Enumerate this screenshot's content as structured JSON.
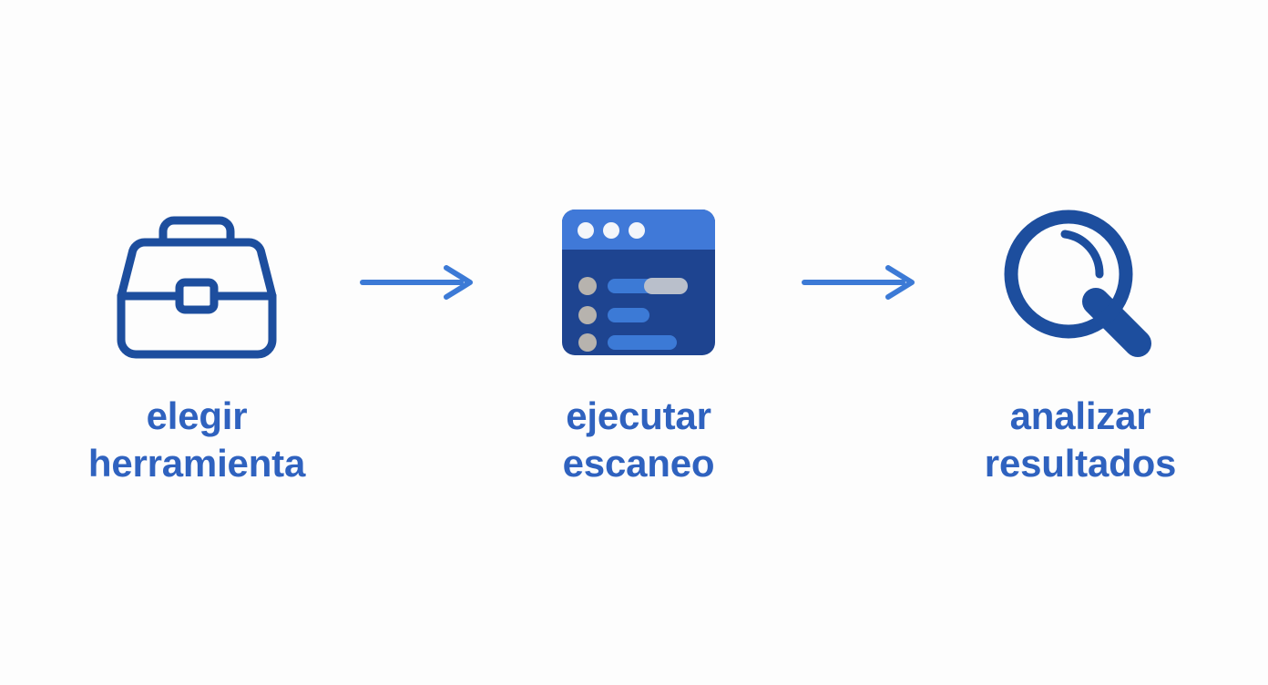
{
  "diagram": {
    "type": "process-flow",
    "direction": "left-to-right",
    "background_color": "#fdfdfd",
    "steps": [
      {
        "id": "choose-tool",
        "icon": "toolbox-icon",
        "label_line1": "elegir",
        "label_line2": "herramienta",
        "icon_style": "outline",
        "icon_color": "#1d4e9e"
      },
      {
        "id": "run-scan",
        "icon": "scan-window-icon",
        "label_line1": "ejecutar",
        "label_line2": "escaneo",
        "icon_style": "filled",
        "icon_color": "#1e4490",
        "icon_titlebar_color": "#4079d8"
      },
      {
        "id": "analyze-results",
        "icon": "magnifier-icon",
        "label_line1": "analizar",
        "label_line2": "resultados",
        "icon_style": "filled",
        "icon_color": "#1d4e9e"
      }
    ],
    "connectors": [
      {
        "id": "arrow-1",
        "icon": "arrow-right-icon",
        "color": "#3c7ad6"
      },
      {
        "id": "arrow-2",
        "icon": "arrow-right-icon",
        "color": "#3c7ad6"
      }
    ],
    "label_color": "#2f62bf"
  }
}
